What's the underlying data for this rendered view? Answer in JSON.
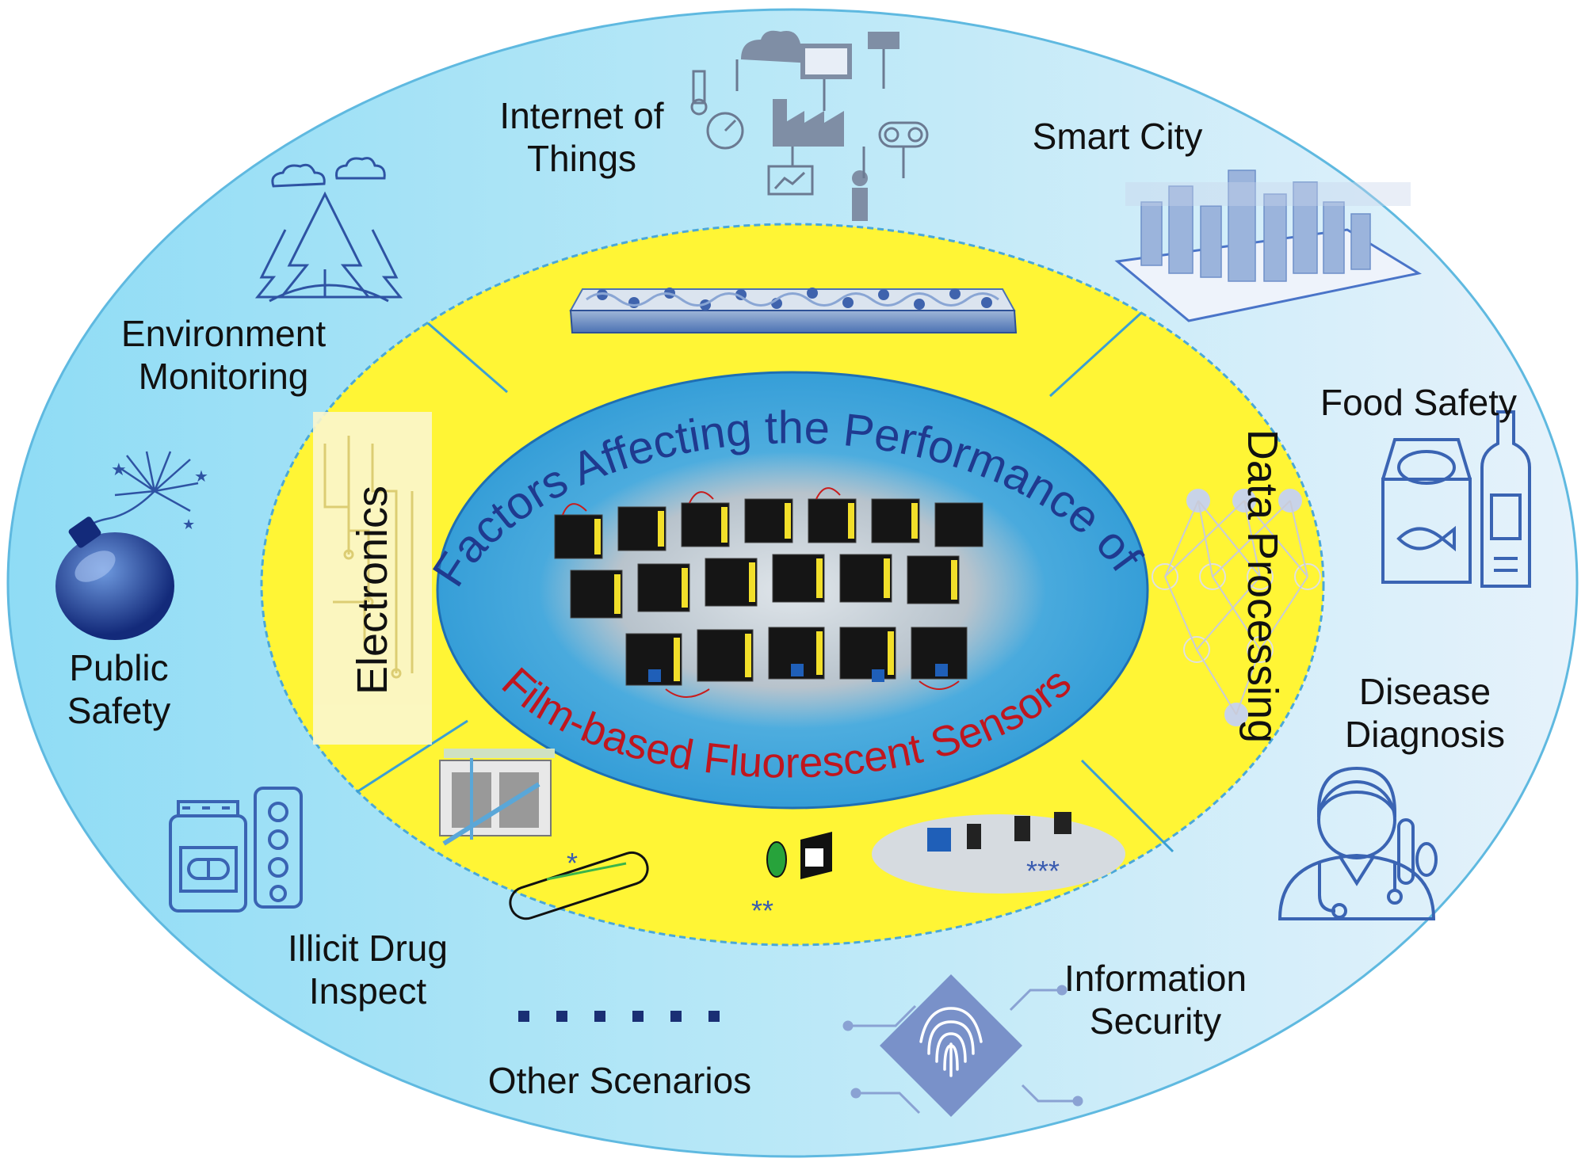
{
  "title": {
    "top": "Factors Affecting the Performance of",
    "bottom": "Film-based Fluorescent Sensors"
  },
  "factors": {
    "electronics": "Electronics",
    "data_processing": "Data Processing"
  },
  "markers": {
    "single": "*",
    "double": "**",
    "triple": "***"
  },
  "applications": {
    "iot": [
      "Internet of",
      "Things"
    ],
    "smart_city": [
      "Smart City"
    ],
    "environment": [
      "Environment",
      "Monitoring"
    ],
    "food_safety": [
      "Food Safety"
    ],
    "public_safety": [
      "Public",
      "Safety"
    ],
    "disease": [
      "Disease",
      "Diagnosis"
    ],
    "illicit_drug": [
      "Illicit Drug",
      "Inspect"
    ],
    "info_security": [
      "Information",
      "Security"
    ],
    "other": [
      "Other Scenarios"
    ]
  },
  "colors": {
    "outer_ring_left": "#8fdcf5",
    "outer_ring_right": "#e3f1fb",
    "middle_ring": "#fff535",
    "inner_core": "#3ea8dc",
    "title_top": "#1f3a8f",
    "title_bottom": "#c0161e",
    "icon_blue": "#3a64b3",
    "dots": "#1a2f74"
  }
}
